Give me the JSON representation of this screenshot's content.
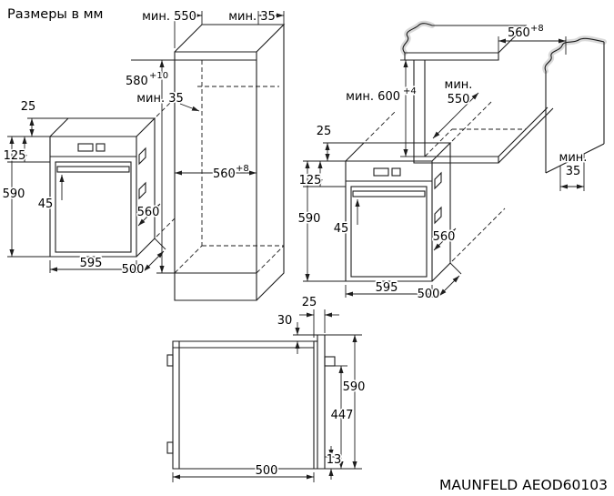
{
  "title": "Размеры в мм",
  "model": "MAUNFELD AEOD60103",
  "tall_unit": {
    "depth": "мин. 550",
    "top_back_gap": "мин. 35",
    "niche_height": "580",
    "niche_height_tol": "+10",
    "shelf_back_gap": "мин. 35",
    "niche_width": "560",
    "niche_width_tol": "+8"
  },
  "base_unit": {
    "niche_width": "560",
    "niche_width_tol": "+8",
    "niche_height": "мин. 600",
    "niche_height_tol": "+4",
    "depth_min": "мин.",
    "depth_value": "550",
    "back_gap_min": "мин.",
    "back_gap_value": "35"
  },
  "oven": {
    "front_offset": "25",
    "panel_height": "125",
    "height": "590",
    "handle_clearance": "45",
    "body_depth": "560",
    "width": "595",
    "depth": "500"
  },
  "section": {
    "door_thickness": "25",
    "top_inset": "30",
    "height": "590",
    "inner_height": "447",
    "depth": "500",
    "bottom_gap": "13"
  }
}
